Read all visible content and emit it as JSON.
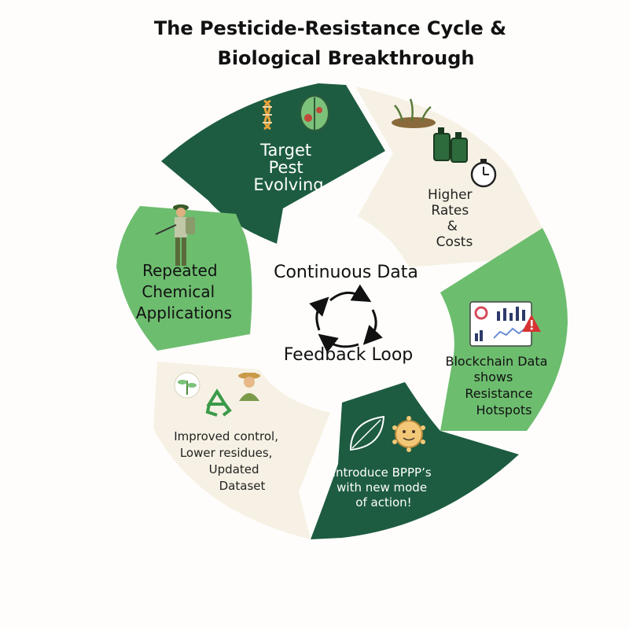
{
  "title": {
    "line1": "The Pesticide-Resistance Cycle &",
    "line2": "Biological Breakthrough"
  },
  "center": {
    "top": "Continuous Data",
    "bottom": "Feedback Loop",
    "icon": "cycle-arrows-icon"
  },
  "segments": [
    {
      "id": "target-pest",
      "lines": [
        "Target",
        "Pest",
        "Evolving"
      ],
      "fill": "#1d5c41",
      "text_color": "#ffffff",
      "icons": [
        "dna-icon",
        "leaf-bug-icon"
      ]
    },
    {
      "id": "higher-rates",
      "lines": [
        "Higher",
        "Rates",
        "&",
        "Costs"
      ],
      "fill": "#f6f1e4",
      "text_color": "#222222",
      "icons": [
        "dying-plant-icon",
        "chemical-canisters-icon",
        "stopwatch-icon"
      ]
    },
    {
      "id": "blockchain",
      "lines": [
        "Blockchain Data",
        "shows",
        "Resistance",
        "Hotspots"
      ],
      "fill": "#6dbd6f",
      "text_color": "#111111",
      "icons": [
        "dashboard-icon",
        "warning-icon"
      ]
    },
    {
      "id": "bppp",
      "lines": [
        "Introduce BPPP’s",
        "with new mode",
        "of action!"
      ],
      "fill": "#1d5c41",
      "text_color": "#ffffff",
      "icons": [
        "leaf-icon",
        "microbe-icon"
      ]
    },
    {
      "id": "improved",
      "lines": [
        "Improved control,",
        "Lower residues,",
        "Updated",
        "Dataset"
      ],
      "fill": "#f6f1e4",
      "text_color": "#222222",
      "icons": [
        "sprout-icon",
        "recycle-icon",
        "farmer-icon"
      ]
    },
    {
      "id": "repeated",
      "lines": [
        "Repeated",
        "Chemical",
        "Applications"
      ],
      "fill": "#6dbd6f",
      "text_color": "#111111",
      "icons": [
        "sprayer-farmer-icon"
      ]
    }
  ]
}
